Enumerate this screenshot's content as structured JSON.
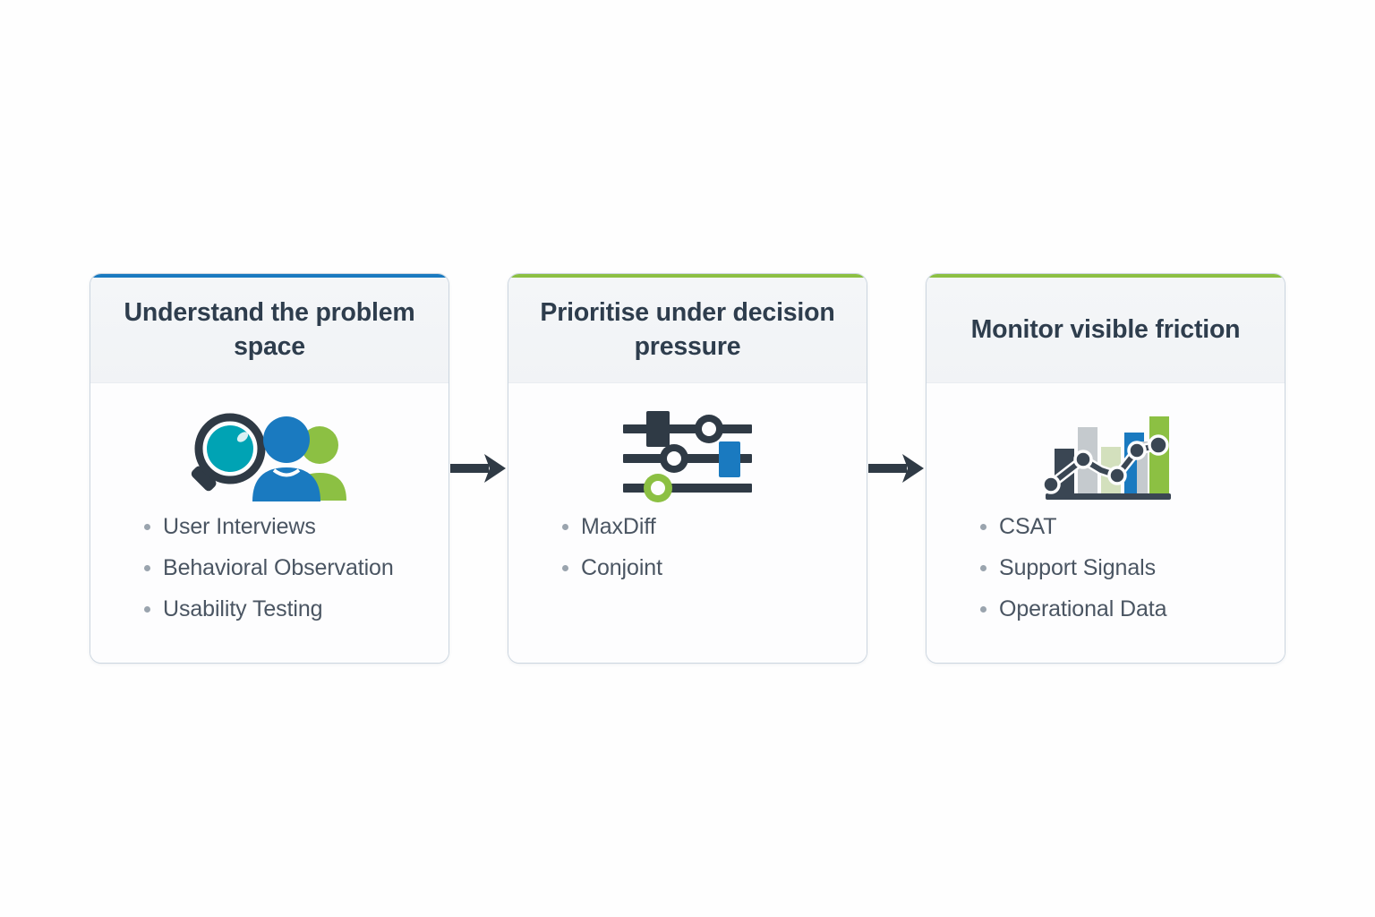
{
  "diagram": {
    "background_color": "#ffffff",
    "title": "",
    "cards": [
      {
        "accent_color": "#1a7ac0",
        "title": "Understand the problem space",
        "icon": "magnifier-people-icon",
        "items": [
          "User Interviews",
          "Behavioral Observation",
          "Usability Testing"
        ]
      },
      {
        "accent_color": "#8cc043",
        "title": "Prioritise under decision pressure",
        "icon": "sliders-icon",
        "items": [
          "MaxDiff",
          "Conjoint"
        ]
      },
      {
        "accent_color": "#8cc043",
        "title": "Monitor visible friction",
        "icon": "bar-line-chart-icon",
        "items": [
          "CSAT",
          "Support Signals",
          "Operational Data"
        ]
      }
    ],
    "connectors": [
      {
        "name": "arrow-1",
        "direction": "right",
        "color": "#2f3a45"
      },
      {
        "name": "arrow-2",
        "direction": "right",
        "color": "#2f3a45"
      }
    ],
    "palette": {
      "title_text": "#2e3d4d",
      "body_text": "#4a5562",
      "bullet": "#9aa4ae",
      "card_border": "#ccd6e0",
      "header_bg": "#f2f4f6",
      "body_bg": "#fdfdfe",
      "blue": "#1a7ac0",
      "green": "#8cc043",
      "teal": "#00a3b4",
      "dark": "#2f3a45",
      "gray": "#b9c0c6"
    }
  }
}
